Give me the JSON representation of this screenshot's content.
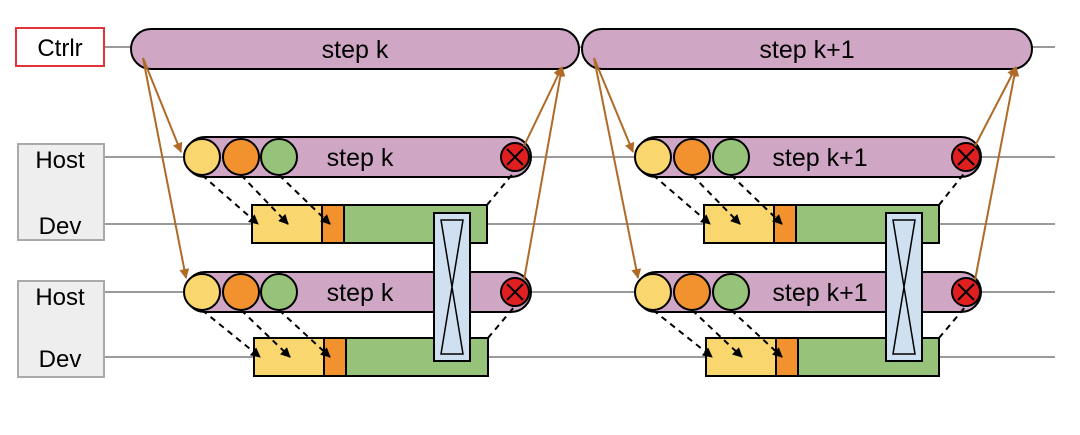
{
  "labels": {
    "ctrl": "Ctrlr",
    "host": "Host",
    "dev": "Dev"
  },
  "steps": {
    "k": "step k",
    "k1": "step k+1"
  },
  "colors": {
    "ctrl_border": "#e0333a",
    "step_pill": "#cfa7c4",
    "circle_yellow": "#f9d66e",
    "circle_orange": "#f2922f",
    "circle_green": "#97c27a",
    "dev_yellow": "#f9d66e",
    "dev_orange": "#f2922f",
    "dev_green": "#97c27a",
    "sync_box": "#cfe1f1",
    "control_arrow": "#b06a28",
    "cancel_red": "#e02020"
  }
}
